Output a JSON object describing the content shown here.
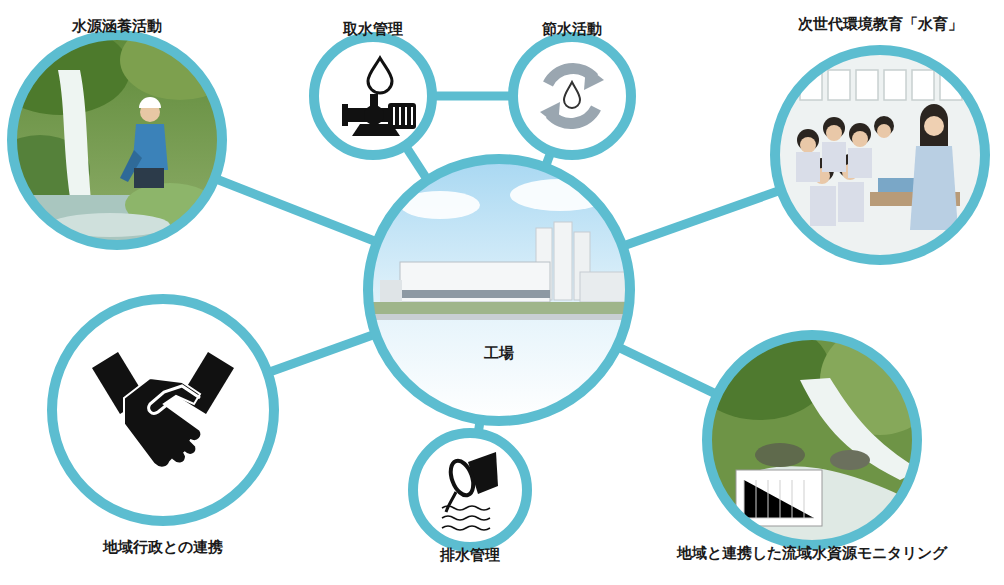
{
  "diagram": {
    "nodes": [
      {
        "text": [
          "水源涵養活動"
        ]
      },
      {
        "text": [
          "取水管理"
        ]
      },
      {
        "text": [
          "節水活動"
        ]
      },
      {
        "text": [
          "次世代環境教育「水育」"
        ]
      },
      {
        "text": [
          "工場"
        ]
      },
      {
        "text": [
          "地域行政との連携"
        ]
      },
      {
        "text": [
          "排水管理"
        ]
      },
      {
        "text": [
          "地域と連携した流域水資源モニタリング"
        ]
      }
    ],
    "edges": [
      {
        "from": 4,
        "to": 0,
        "arrow": "none"
      },
      {
        "from": 4,
        "to": 1,
        "arrow": "none"
      },
      {
        "from": 4,
        "to": 2,
        "arrow": "none"
      },
      {
        "from": 4,
        "to": 3,
        "arrow": "none"
      },
      {
        "from": 4,
        "to": 5,
        "arrow": "none"
      },
      {
        "from": 4,
        "to": 6,
        "arrow": "none"
      },
      {
        "from": 4,
        "to": 7,
        "arrow": "none"
      },
      {
        "from": 1,
        "to": 2,
        "arrow": "none"
      }
    ]
  }
}
